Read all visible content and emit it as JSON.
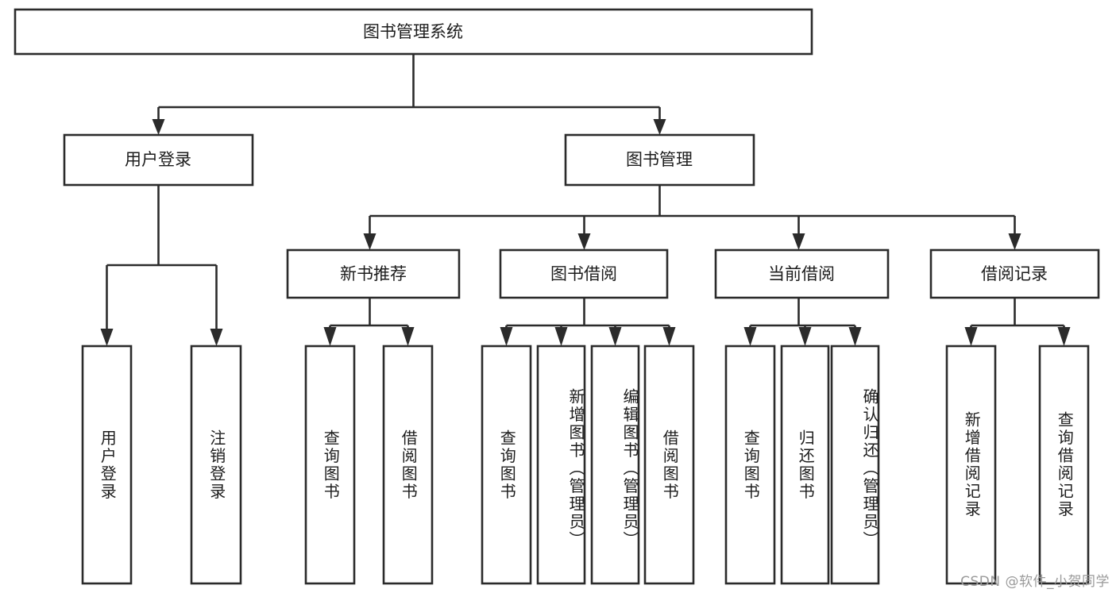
{
  "diagram": {
    "type": "tree-hierarchy",
    "title": "图书管理系统",
    "root": {
      "label": "图书管理系统",
      "children": [
        {
          "label": "用户登录",
          "children": [
            {
              "label": "用户登录"
            },
            {
              "label": "注销登录"
            }
          ]
        },
        {
          "label": "图书管理",
          "children": [
            {
              "label": "新书推荐",
              "children": [
                {
                  "label": "查询图书"
                },
                {
                  "label": "借阅图书"
                }
              ]
            },
            {
              "label": "图书借阅",
              "children": [
                {
                  "label": "查询图书"
                },
                {
                  "label": "新增图书（管理员）"
                },
                {
                  "label": "编辑图书（管理员）"
                },
                {
                  "label": "借阅图书"
                }
              ]
            },
            {
              "label": "当前借阅",
              "children": [
                {
                  "label": "查询图书"
                },
                {
                  "label": "归还图书"
                },
                {
                  "label": "确认归还（管理员）"
                }
              ]
            },
            {
              "label": "借阅记录",
              "children": [
                {
                  "label": "新增借阅记录"
                },
                {
                  "label": "查询借阅记录"
                }
              ]
            }
          ]
        }
      ]
    }
  },
  "nodes": {
    "root_title": "图书管理系统",
    "l2_user_login": "用户登录",
    "l2_book_manage": "图书管理",
    "l3_new_book_rec": "新书推荐",
    "l3_book_borrow": "图书借阅",
    "l3_current_borrow": "当前借阅",
    "l3_borrow_record": "借阅记录",
    "leaf_user_login": "用户登录",
    "leaf_logout": "注销登录",
    "leaf_query_book_a": "查询图书",
    "leaf_borrow_book_a": "借阅图书",
    "leaf_query_book_b": "查询图书",
    "leaf_add_book_admin": "新增图书（管理员）",
    "leaf_edit_book_admin": "编辑图书（管理员）",
    "leaf_borrow_book_b": "借阅图书",
    "leaf_query_book_c": "查询图书",
    "leaf_return_book": "归还图书",
    "leaf_confirm_return_admin": "确认归还（管理员）",
    "leaf_add_record": "新增借阅记录",
    "leaf_query_record": "查询借阅记录"
  },
  "watermark": {
    "text": "CSDN @软件_小贺同学"
  },
  "colors": {
    "background": "#ffffff",
    "box_fill": "#ffffff",
    "box_stroke": "#2b2b2b",
    "text": "#1c1c1c",
    "watermark": "#9a9a9a"
  }
}
